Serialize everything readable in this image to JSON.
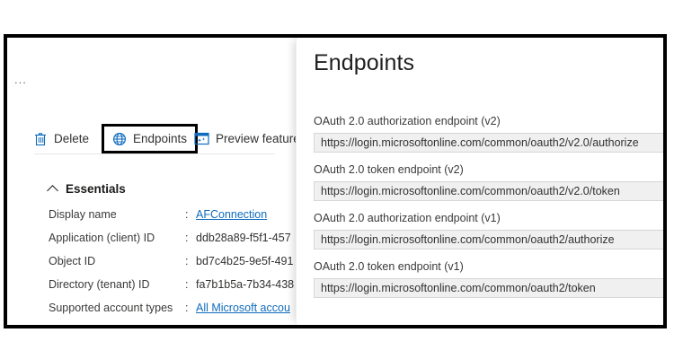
{
  "blade": {
    "overflow_menu": "...",
    "commands": [
      {
        "label": "Delete",
        "icon": "trash-icon"
      },
      {
        "label": "Endpoints",
        "icon": "globe-icon",
        "selected": true
      },
      {
        "label": "Preview feature",
        "icon": "preview-feature-icon"
      }
    ],
    "essentials": {
      "section_label": "Essentials",
      "rows": [
        {
          "key": "Display name",
          "separator": ":",
          "value": "AFConnection",
          "is_link": true
        },
        {
          "key": "Application (client) ID",
          "separator": ":",
          "value": "ddb28a89-f5f1-457",
          "is_link": false
        },
        {
          "key": "Object ID",
          "separator": ":",
          "value": "bd7c4b25-9e5f-491",
          "is_link": false
        },
        {
          "key": "Directory (tenant) ID",
          "separator": ":",
          "value": "fa7b1b5a-7b34-438",
          "is_link": false
        },
        {
          "key": "Supported account types",
          "separator": ":",
          "value": "All Microsoft accou",
          "is_link": true
        }
      ]
    }
  },
  "panel": {
    "title": "Endpoints",
    "endpoints": [
      {
        "label": "OAuth 2.0 authorization endpoint (v2)",
        "value": "https://login.microsoftonline.com/common/oauth2/v2.0/authorize"
      },
      {
        "label": "OAuth 2.0 token endpoint (v2)",
        "value": "https://login.microsoftonline.com/common/oauth2/v2.0/token"
      },
      {
        "label": "OAuth 2.0 authorization endpoint (v1)",
        "value": "https://login.microsoftonline.com/common/oauth2/authorize"
      },
      {
        "label": "OAuth 2.0 token endpoint (v1)",
        "value": "https://login.microsoftonline.com/common/oauth2/token"
      }
    ]
  },
  "colors": {
    "link": "#0f6cbd",
    "icon_blue": "#0f6cbd",
    "text": "#323130",
    "field_bg": "#f0f0f0",
    "highlight_border": "#000000"
  }
}
